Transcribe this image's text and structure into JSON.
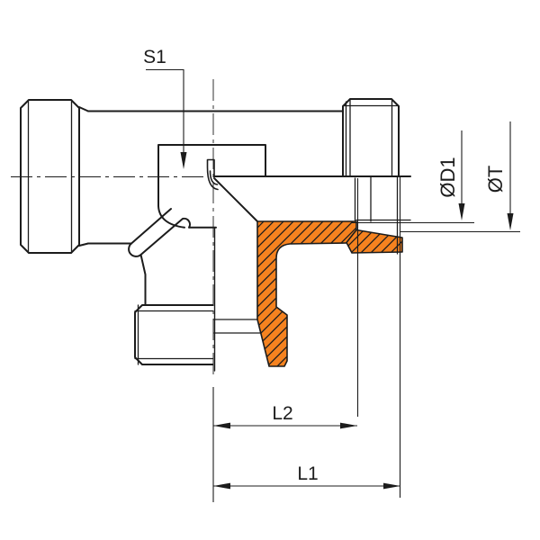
{
  "drawing": {
    "labels": {
      "s1": "S1",
      "d1": "ØD1",
      "t": "ØT",
      "l2": "L2",
      "l1": "L1"
    },
    "colors": {
      "section_fill": "#F5821F",
      "hatch_line": "#1b1b1b",
      "line": "#1c1c1c",
      "background": "#ffffff"
    }
  }
}
